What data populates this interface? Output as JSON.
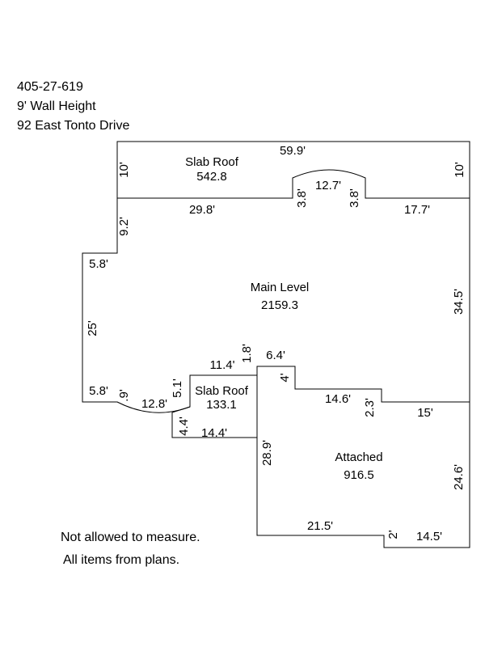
{
  "header": {
    "parcel_id": "405-27-619",
    "wall_height": "9' Wall Height",
    "address": "92 East Tonto Drive"
  },
  "areas": {
    "slab_roof_top": {
      "label": "Slab Roof",
      "value": "542.8"
    },
    "main_level": {
      "label": "Main Level",
      "value": "2159.3"
    },
    "slab_roof_small": {
      "label": "Slab Roof",
      "value": "133.1"
    },
    "attached": {
      "label": "Attached",
      "value": "916.5"
    }
  },
  "dimensions": {
    "top_width": "59.9'",
    "top_left_height": "10'",
    "top_right_height": "10'",
    "top_bottom_left": "29.8'",
    "bay_left": "3.8'",
    "bay_width": "12.7'",
    "bay_right": "3.8'",
    "top_bottom_right": "17.7'",
    "left_upper": "9.2'",
    "left_step": "5.8'",
    "left_long": "25'",
    "right_main": "34.5'",
    "bottom_left_step": "5.8'",
    "bottom_bay_end": ".9'",
    "bottom_bay": "12.8'",
    "small_left": "5.1'",
    "small_top": "11.4'",
    "small_notch": "1.8'",
    "small_side": "4.4'",
    "small_bottom": "14.4'",
    "attach_top": "6.4'",
    "attach_notch": "4'",
    "attach_step": "14.6'",
    "attach_step_height": "2.3'",
    "attach_top_right": "15'",
    "attach_left": "28.9'",
    "attach_right": "24.6'",
    "attach_bottom": "21.5'",
    "attach_bottom_notch": "2'",
    "attach_bottom_right": "14.5'"
  },
  "notes": {
    "line1": "Not allowed to measure.",
    "line2": "All items from plans."
  }
}
